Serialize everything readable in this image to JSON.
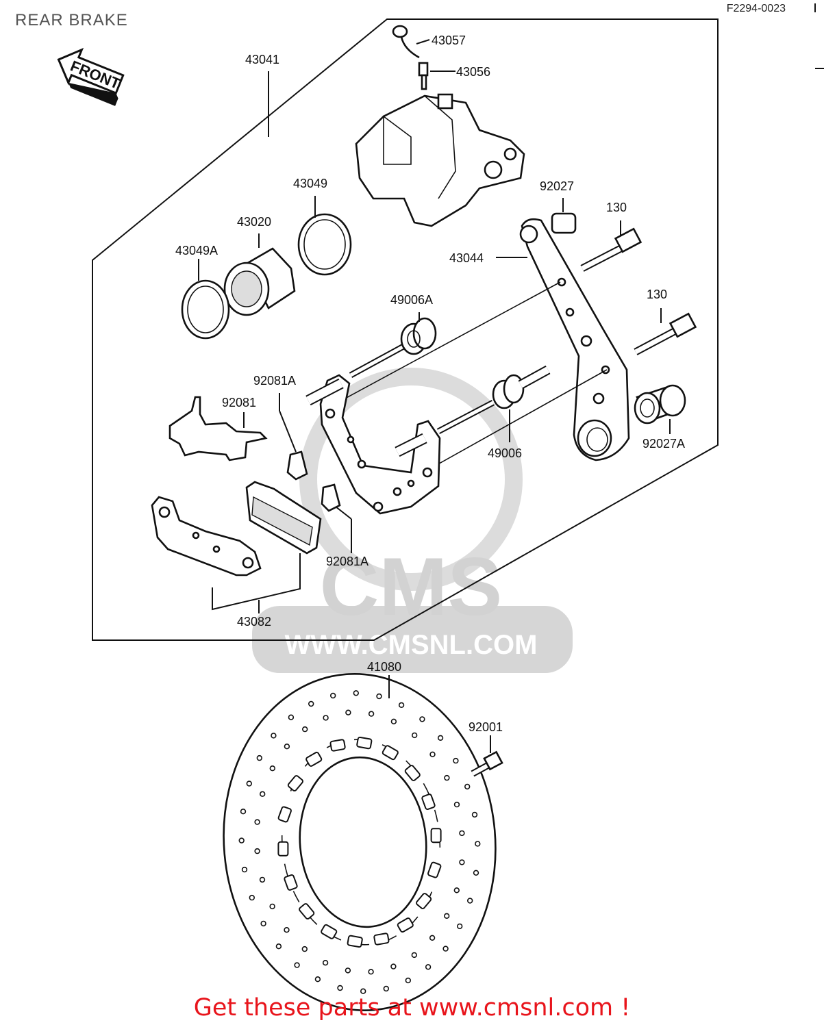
{
  "header": {
    "title": "REAR BRAKE",
    "diagram_code": "F2294-0023"
  },
  "front_arrow_label": "FRONT",
  "watermark": {
    "brand": "CMS",
    "url": "WWW.CMSNL.COM"
  },
  "labels": {
    "p43057": "43057",
    "p43056": "43056",
    "p43041": "43041",
    "p43049": "43049",
    "p43020": "43020",
    "p43049A": "43049A",
    "p92027": "92027",
    "p130a": "130",
    "p43044": "43044",
    "p49006A": "49006A",
    "p130b": "130",
    "p92081A_top": "92081A",
    "p92081": "92081",
    "p49006": "49006",
    "p92027A": "92027A",
    "p92081A_bottom": "92081A",
    "p43082": "43082",
    "p41080": "41080",
    "p92001": "92001"
  },
  "footer": {
    "text": "Get these parts at www.cmsnl.com !"
  },
  "colors": {
    "footer_text": "#e8141b",
    "watermark": "#d6d6d6",
    "line_art": "#111111"
  }
}
